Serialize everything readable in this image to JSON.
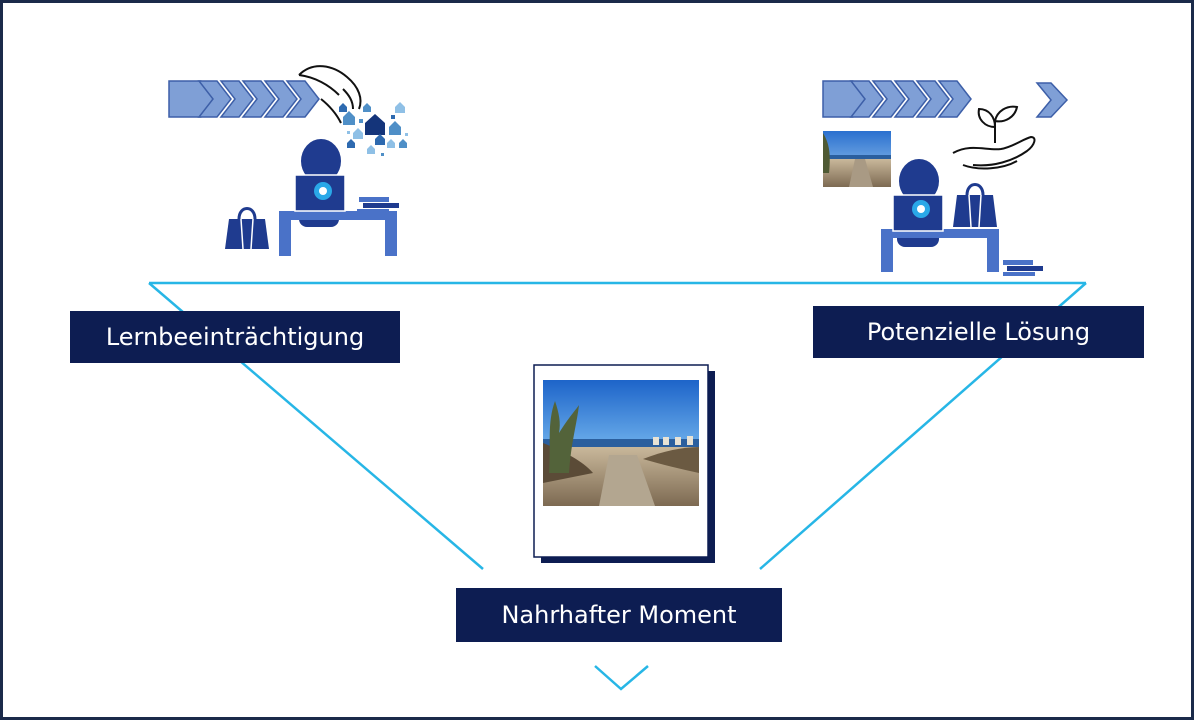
{
  "labels": {
    "left": "Lernbeeinträchtigung",
    "right": "Potenzielle Lösung",
    "bottom": "Nahrhafter Moment"
  },
  "colors": {
    "frame": "#1b2a4a",
    "navy": "#0d1d52",
    "person": "#1f3b8f",
    "desk": "#4a72c8",
    "arrow_fill": "#7f9fd6",
    "arrow_stroke": "#3d5fa8",
    "funnel_line": "#27b6e6"
  },
  "icons": {
    "left_group": [
      "chevron-arrows-icon",
      "giving-hand-icon",
      "houses-cluster-icon",
      "person-at-desk-icon",
      "handbag-icon",
      "books-stack-icon"
    ],
    "right_group": [
      "chevron-arrows-icon",
      "hand-with-sprout-icon",
      "beach-photo-thumbnail",
      "person-at-desk-icon",
      "handbag-icon",
      "books-stack-icon"
    ],
    "center": [
      "beach-photo-polaroid"
    ]
  }
}
